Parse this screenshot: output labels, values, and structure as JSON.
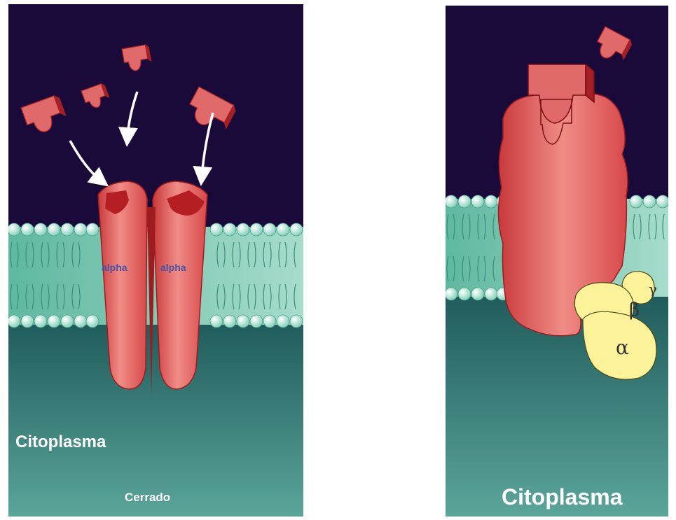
{
  "colors": {
    "extracellular": "#1a0a3a",
    "membrane": "#5fbfa5",
    "lipid_head": "#c8efe2",
    "cytoplasm_top": "#2b6a6a",
    "cytoplasm_bottom": "#5aa59a",
    "receptor": "#e56b6b",
    "receptor_dark": "#b51e22",
    "g_protein": "#fcf29a",
    "label_text": "#ffffff",
    "subunit_text": "#4455aa"
  },
  "left_panel": {
    "subunit_labels": [
      "alpha",
      "alpha"
    ],
    "compartment_label": "Citoplasma",
    "state_label": "Cerrado"
  },
  "right_panel": {
    "g_protein_subunits": [
      "γ",
      "β",
      "α"
    ],
    "compartment_label": "Citoplasma"
  }
}
